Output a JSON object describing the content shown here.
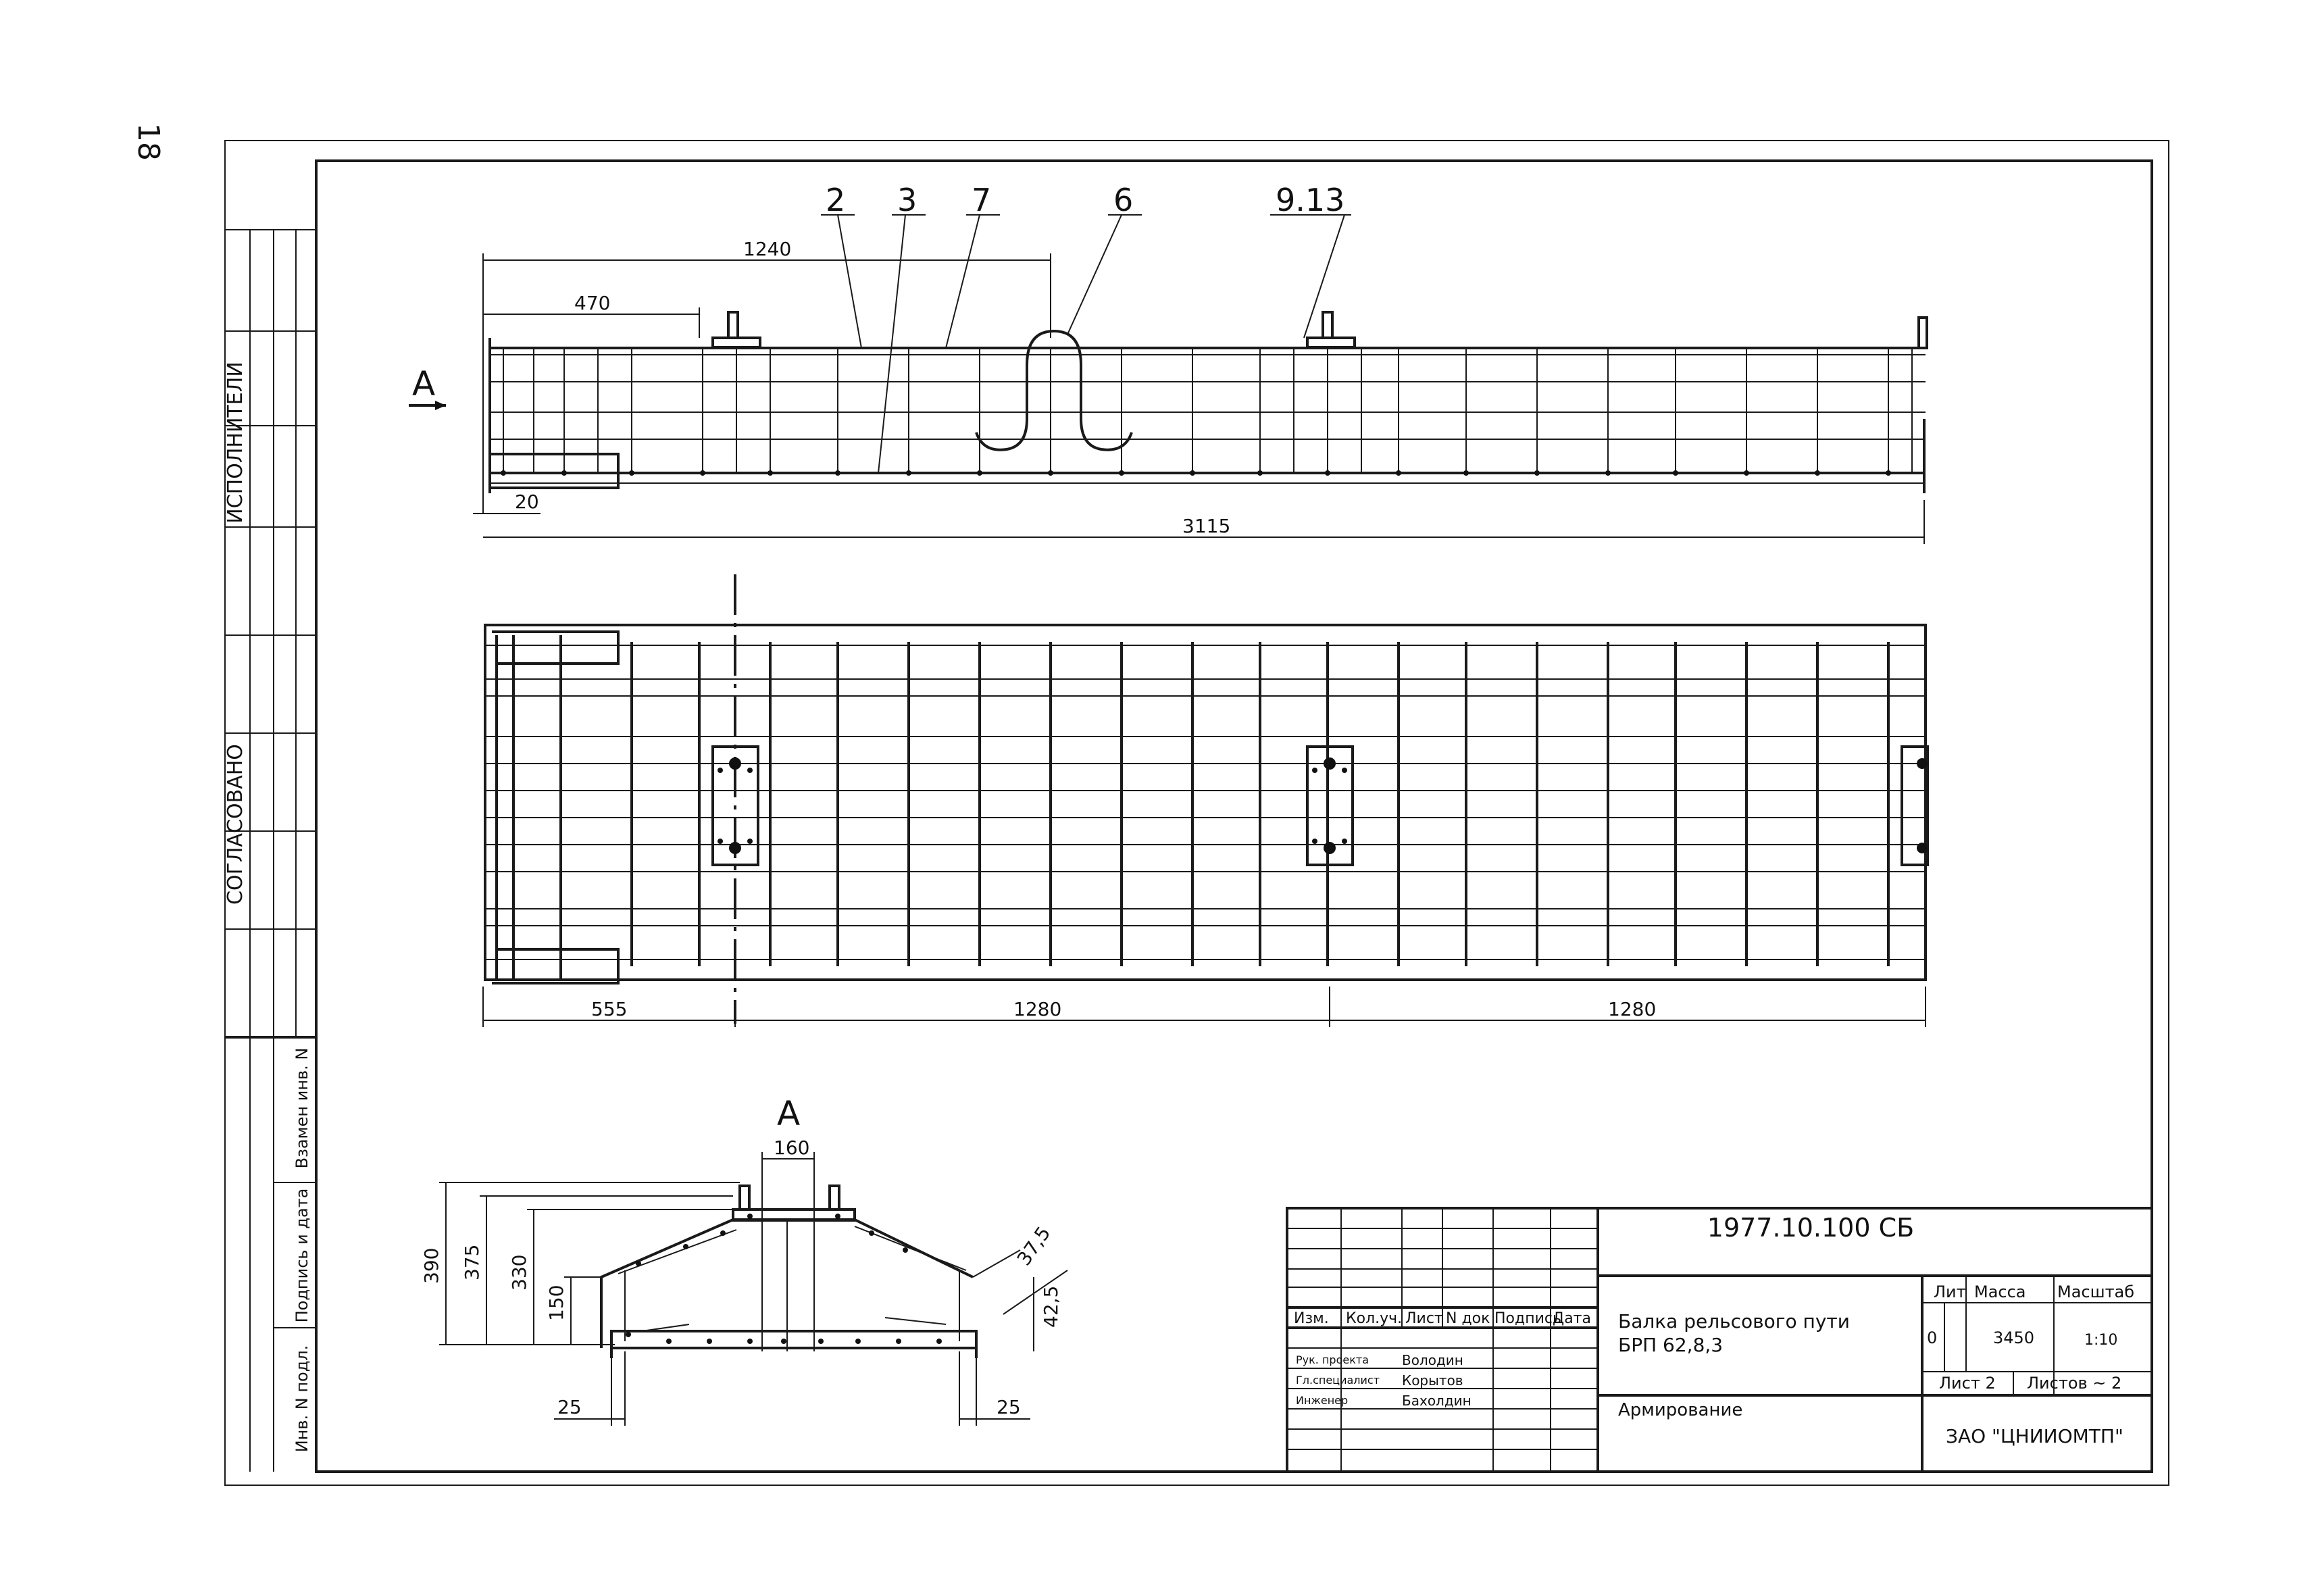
{
  "page_number": "18",
  "side_stamp": {
    "ispolniteli": "ИСПОЛНИТЕЛИ",
    "soglasovano": "СОГЛАСОВАНО",
    "vzamen_inv": "Взамен инв. N",
    "podpis_data": "Подпись и дата",
    "inv_podl": "Инв. N подл."
  },
  "elevation": {
    "callouts": [
      "2",
      "3",
      "7",
      "6",
      "9.13"
    ],
    "section_mark": "А",
    "dims": {
      "d1240": "1240",
      "d470": "470",
      "d20": "20",
      "d3115": "3115"
    }
  },
  "plan": {
    "dims": {
      "d555": "555",
      "d1280a": "1280",
      "d1280b": "1280"
    }
  },
  "section": {
    "title": "А",
    "dims": {
      "d160": "160",
      "d390": "390",
      "d375": "375",
      "d330": "330",
      "d150": "150",
      "d37_5": "37,5",
      "d42_5": "42,5",
      "d25a": "25",
      "d25b": "25"
    }
  },
  "title_block": {
    "doc_number": "1977.10.100 СБ",
    "headers": {
      "izm": "Изм.",
      "kol_uch": "Кол.уч.",
      "list": "Лист",
      "n_dok": "N док",
      "podpis": "Подпись",
      "data": "Дата"
    },
    "roles": [
      {
        "role": "Рук. проекта",
        "name": "Володин"
      },
      {
        "role": "Гл.специалист",
        "name": "Корытов"
      },
      {
        "role": "Инженер",
        "name": "Бахолдин"
      }
    ],
    "product_name_line1": "Балка рельсового пути",
    "product_name_line2": "БРП 62,8,3",
    "lit_label": "Лит",
    "mass_label": "Масса",
    "scale_label": "Масштаб",
    "lit_value": "0",
    "mass_value": "3450",
    "scale_value": "1:10",
    "sheet_label": "Лист 2",
    "sheets_label": "Листов ~ 2",
    "drawing_title": "Армирование",
    "organization": "ЗАО \"ЦНИИОМТП\""
  }
}
